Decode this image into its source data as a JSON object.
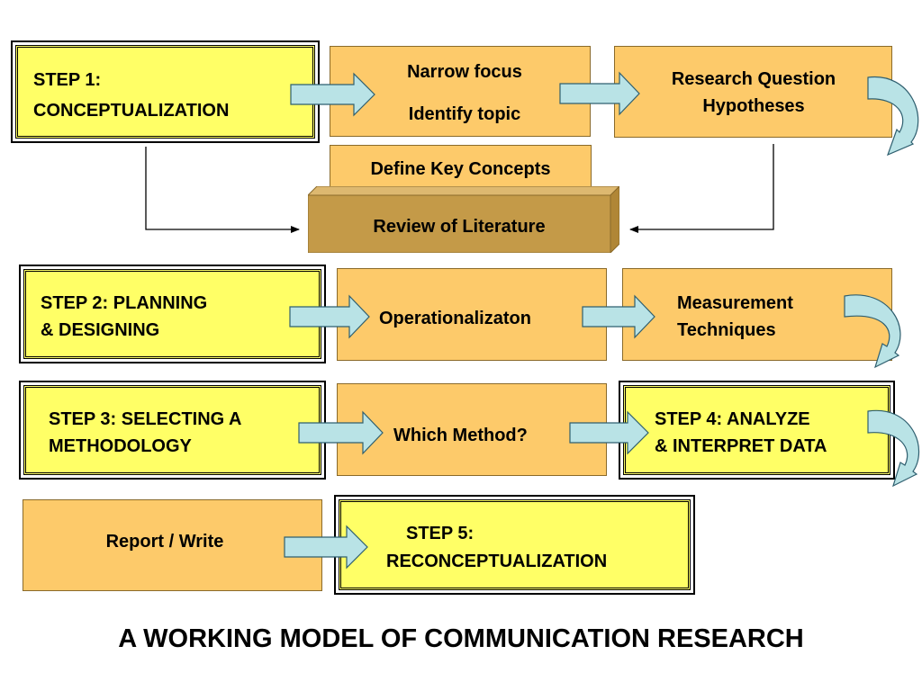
{
  "row1": {
    "step1": [
      "STEP 1:",
      "CONCEPTUALIZATION"
    ],
    "narrow_focus": "Narrow focus",
    "identify_topic": "Identify topic",
    "research_question": "Research Question",
    "hypotheses": "Hypotheses",
    "define_key_concepts": "Define Key Concepts",
    "review_of_literature": "Review of Literature"
  },
  "row2": {
    "step2": [
      "STEP 2:  PLANNING",
      "& DESIGNING"
    ],
    "operationalization": "Operationalizaton",
    "measurement": [
      "Measurement",
      "Techniques"
    ]
  },
  "row3": {
    "step3": [
      "STEP 3: SELECTING A",
      "METHODOLOGY"
    ],
    "which_method": "Which Method?",
    "step4": [
      "STEP 4: ANALYZE",
      "& INTERPRET DATA"
    ]
  },
  "row4": {
    "report_write": "Report / Write",
    "step5": [
      "STEP 5:",
      "RECONCEPTUALIZATION"
    ]
  },
  "title": "A WORKING MODEL OF COMMUNICATION RESEARCH",
  "colors": {
    "step_fill": "#ffff66",
    "process_fill": "#fdca6a",
    "literature_fill": "#c49a48",
    "arrow_fill": "#b9e3e6",
    "arrow_stroke": "#2f5f6f"
  }
}
